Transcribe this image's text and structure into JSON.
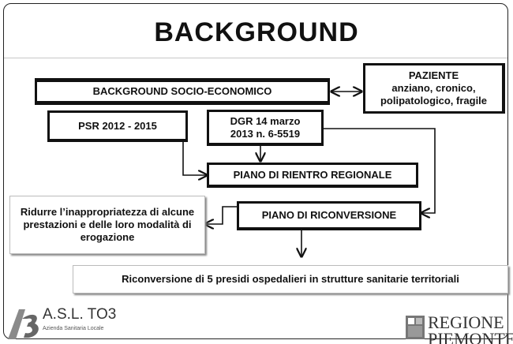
{
  "title": "BACKGROUND",
  "boxes": {
    "socio": "BACKGROUND SOCIO-ECONOMICO",
    "paziente_title": "PAZIENTE",
    "paziente_desc": "anziano, cronico, polipatologico, fragile",
    "psr": "PSR 2012 - 2015",
    "dgr_line1": "DGR 14 marzo",
    "dgr_line2": "2013 n. 6-5519",
    "rientro": "PIANO DI RIENTRO REGIONALE",
    "ridurre": "Ridurre l’inappropriatezza di alcune prestazioni e delle loro modalità di erogazione",
    "riconversione": "PIANO DI RICONVERSIONE",
    "presidi": "Riconversione di 5 presidi ospedalieri in strutture sanitarie territoriali"
  },
  "logos": {
    "asl_name": "A.S.L. TO3",
    "asl_sub": "Azienda Sanitaria Locale",
    "regione": "REGIONE PIEMONTE"
  }
}
